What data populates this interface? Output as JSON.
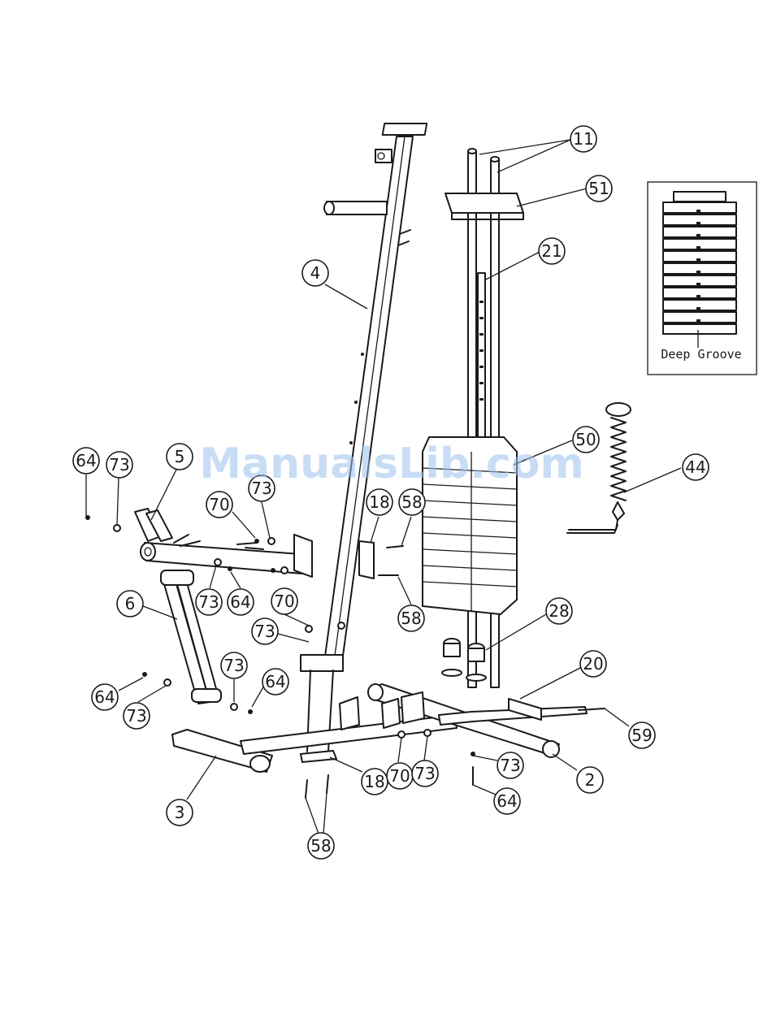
{
  "watermark": "ManualsLib.com",
  "inset": {
    "label": "Deep Groove"
  },
  "callouts": {
    "c11": "11",
    "c51": "51",
    "c21": "21",
    "c4": "4",
    "c50": "50",
    "c44": "44",
    "c64a": "64",
    "c73a": "73",
    "c5": "5",
    "c73b": "73",
    "c70a": "70",
    "c18a": "18",
    "c58a": "58",
    "c73c": "73",
    "c64b": "64",
    "c6": "6",
    "c70b": "70",
    "c58b": "58",
    "c28": "28",
    "c73d": "73",
    "c73e": "73",
    "c64c": "64",
    "c64d": "64",
    "c73f": "73",
    "c20": "20",
    "c59": "59",
    "c3": "3",
    "c18b": "18",
    "c70c": "70",
    "c73g": "73",
    "c73h": "73",
    "c2": "2",
    "c64e": "64",
    "c58c": "58"
  }
}
